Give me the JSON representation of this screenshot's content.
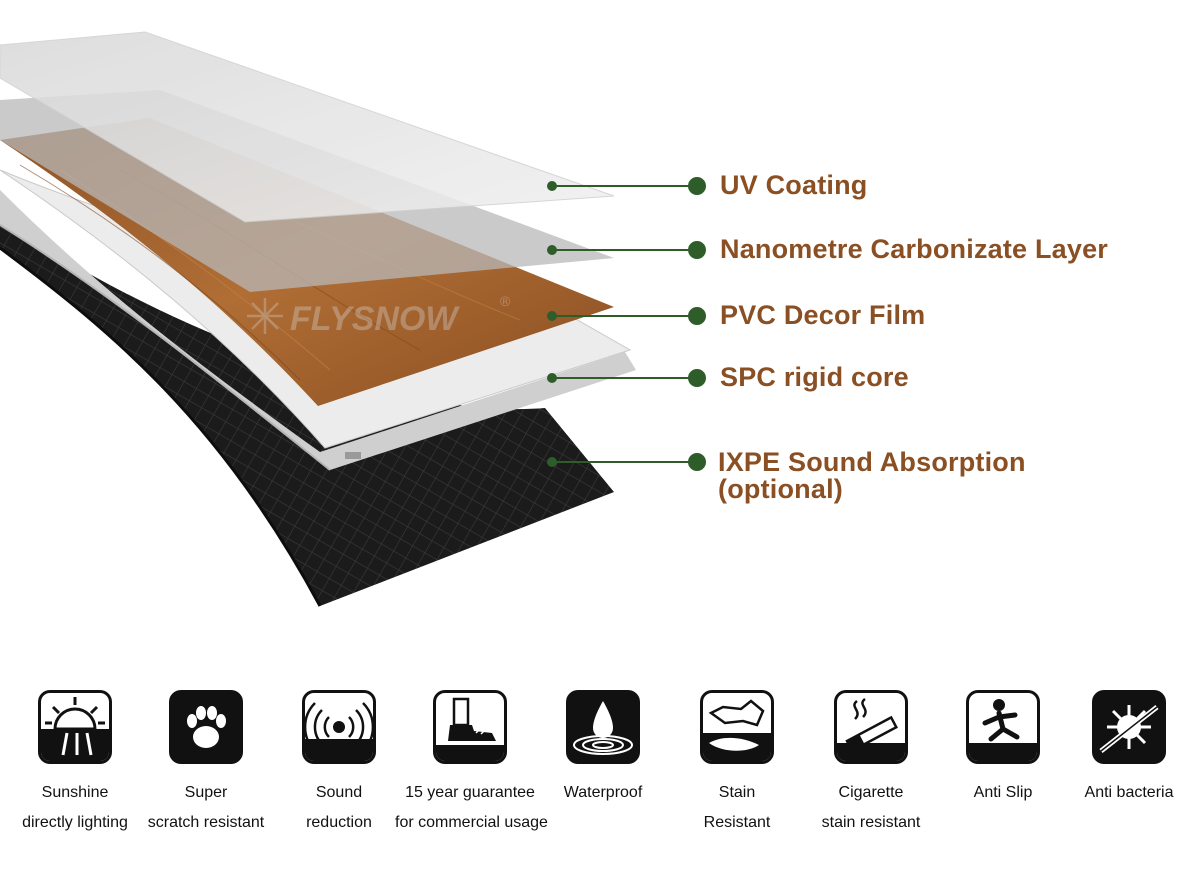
{
  "brand": {
    "watermark": "FLYSNOW",
    "registered_mark": "®"
  },
  "layers": [
    {
      "id": "uv",
      "label": "UV Coating"
    },
    {
      "id": "nano",
      "label": "Nanometre Carbonizate Layer"
    },
    {
      "id": "pvc",
      "label": "PVC Decor Film"
    },
    {
      "id": "spc",
      "label": "SPC rigid core"
    },
    {
      "id": "ixpe",
      "label": "IXPE Sound Absorption",
      "label_line2": "(optional)"
    }
  ],
  "features": [
    {
      "icon": "sun-icon",
      "line1": "Sunshine",
      "line2": "directly lighting"
    },
    {
      "icon": "paw-icon",
      "line1": "Super",
      "line2": "scratch resistant"
    },
    {
      "icon": "sound-icon",
      "line1": "Sound",
      "line2": "reduction"
    },
    {
      "icon": "shoe-icon",
      "line1": "15 year guarantee",
      "line2": "for commercial usage"
    },
    {
      "icon": "water-drop-icon",
      "line1": "Waterproof",
      "line2": ""
    },
    {
      "icon": "spilled-glass-icon",
      "line1": "Stain",
      "line2": "Resistant"
    },
    {
      "icon": "cigarette-icon",
      "line1": "Cigarette",
      "line2": "stain resistant"
    },
    {
      "icon": "slipping-person-icon",
      "line1": "Anti Slip",
      "line2": ""
    },
    {
      "icon": "bacteria-icon",
      "line1": "Anti bacteria",
      "line2": ""
    }
  ],
  "colors": {
    "label_text": "#8a4f22",
    "leader_line": "#2f5d2a",
    "wood": "#a0612d",
    "core": "#e9e9e9",
    "underlay": "#1c1c1c"
  }
}
